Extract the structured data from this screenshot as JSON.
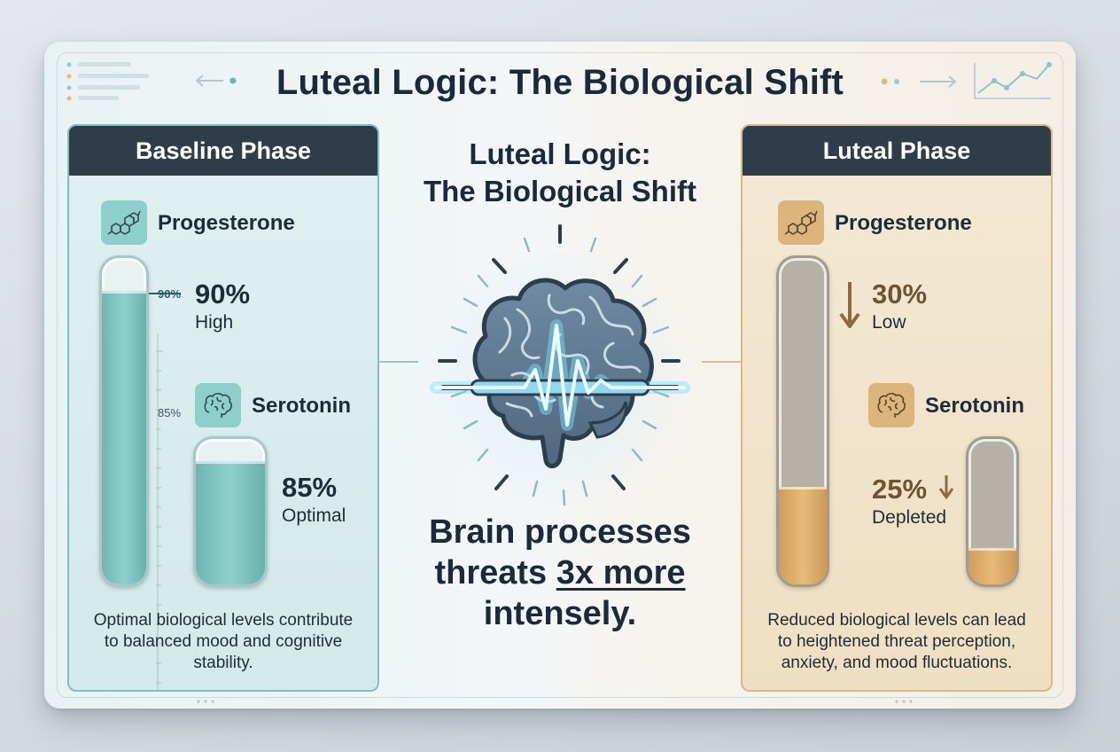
{
  "title": "Luteal Logic: The Biological Shift",
  "center": {
    "title_line1": "Luteal Logic:",
    "title_line2": "The Biological Shift",
    "claim_before": "Brain processes threats ",
    "claim_highlight": "3x more",
    "claim_after": " intensely."
  },
  "baseline": {
    "header": "Baseline Phase",
    "progesterone": {
      "label": "Progesterone",
      "value": "90%",
      "level": 90,
      "status": "High",
      "tick": "90%"
    },
    "serotonin": {
      "label": "Serotonin",
      "value": "85%",
      "level": 85,
      "status": "Optimal",
      "tick": "85%"
    },
    "caption": "Optimal biological levels contribute to balanced mood and cognitive stability."
  },
  "luteal": {
    "header": "Luteal Phase",
    "progesterone": {
      "label": "Progesterone",
      "value": "30%",
      "level": 30,
      "status": "Low"
    },
    "serotonin": {
      "label": "Serotonin",
      "value": "25%",
      "level": 25,
      "status": "Depleted"
    },
    "caption": "Reduced biological levels can lead to heightened threat perception, anxiety, and mood fluctuations."
  },
  "colors": {
    "baseline_accent": "#7fbfc0",
    "luteal_accent": "#d8b983",
    "header_bg": "#2f3d4a",
    "brain_pulse": "#7fe3ff"
  },
  "icons": {
    "progesterone": "molecule-icon",
    "serotonin": "brain-icon"
  }
}
